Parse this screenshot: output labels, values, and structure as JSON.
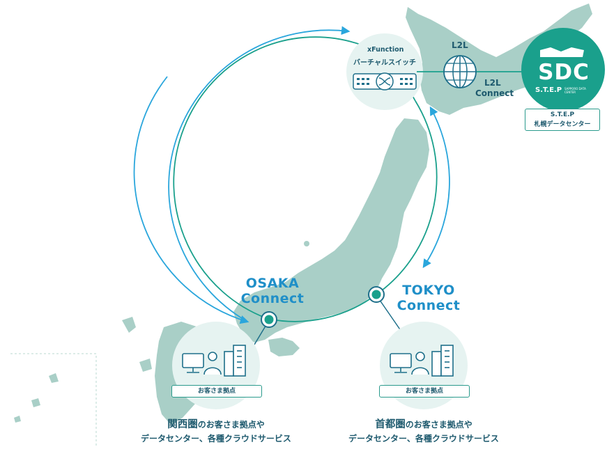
{
  "xfunction": {
    "line1": "xFunction",
    "line2": "バーチャルスイッチ"
  },
  "l2l": {
    "top": "L2L",
    "bottom_line1": "L2L",
    "bottom_line2": "Connect"
  },
  "sdc": {
    "logo": "SDC",
    "sub": "S.T.E.P",
    "sub_small": "SAPPORO DATA CENTER",
    "box_line1": "S.T.E.P",
    "box_line2": "札幌データセンター"
  },
  "osaka": {
    "line1": "OSAKA",
    "line2": "Connect"
  },
  "tokyo": {
    "line1": "TOKYO",
    "line2": "Connect"
  },
  "customer_tag": "お客さま拠点",
  "captions": {
    "kansai": {
      "highlight": "関西圏",
      "rest": "のお客さま拠点や",
      "line2": "データセンター、各種クラウドサービス"
    },
    "shuto": {
      "highlight": "首都圏",
      "rest": "のお客さま拠点や",
      "line2": "データセンター、各種クラウドサービス"
    }
  },
  "colors": {
    "blue": "#2aa6dc",
    "teal": "#1aa08c",
    "map": "#a9cfc7",
    "node_bg": "#e6f3f1"
  }
}
